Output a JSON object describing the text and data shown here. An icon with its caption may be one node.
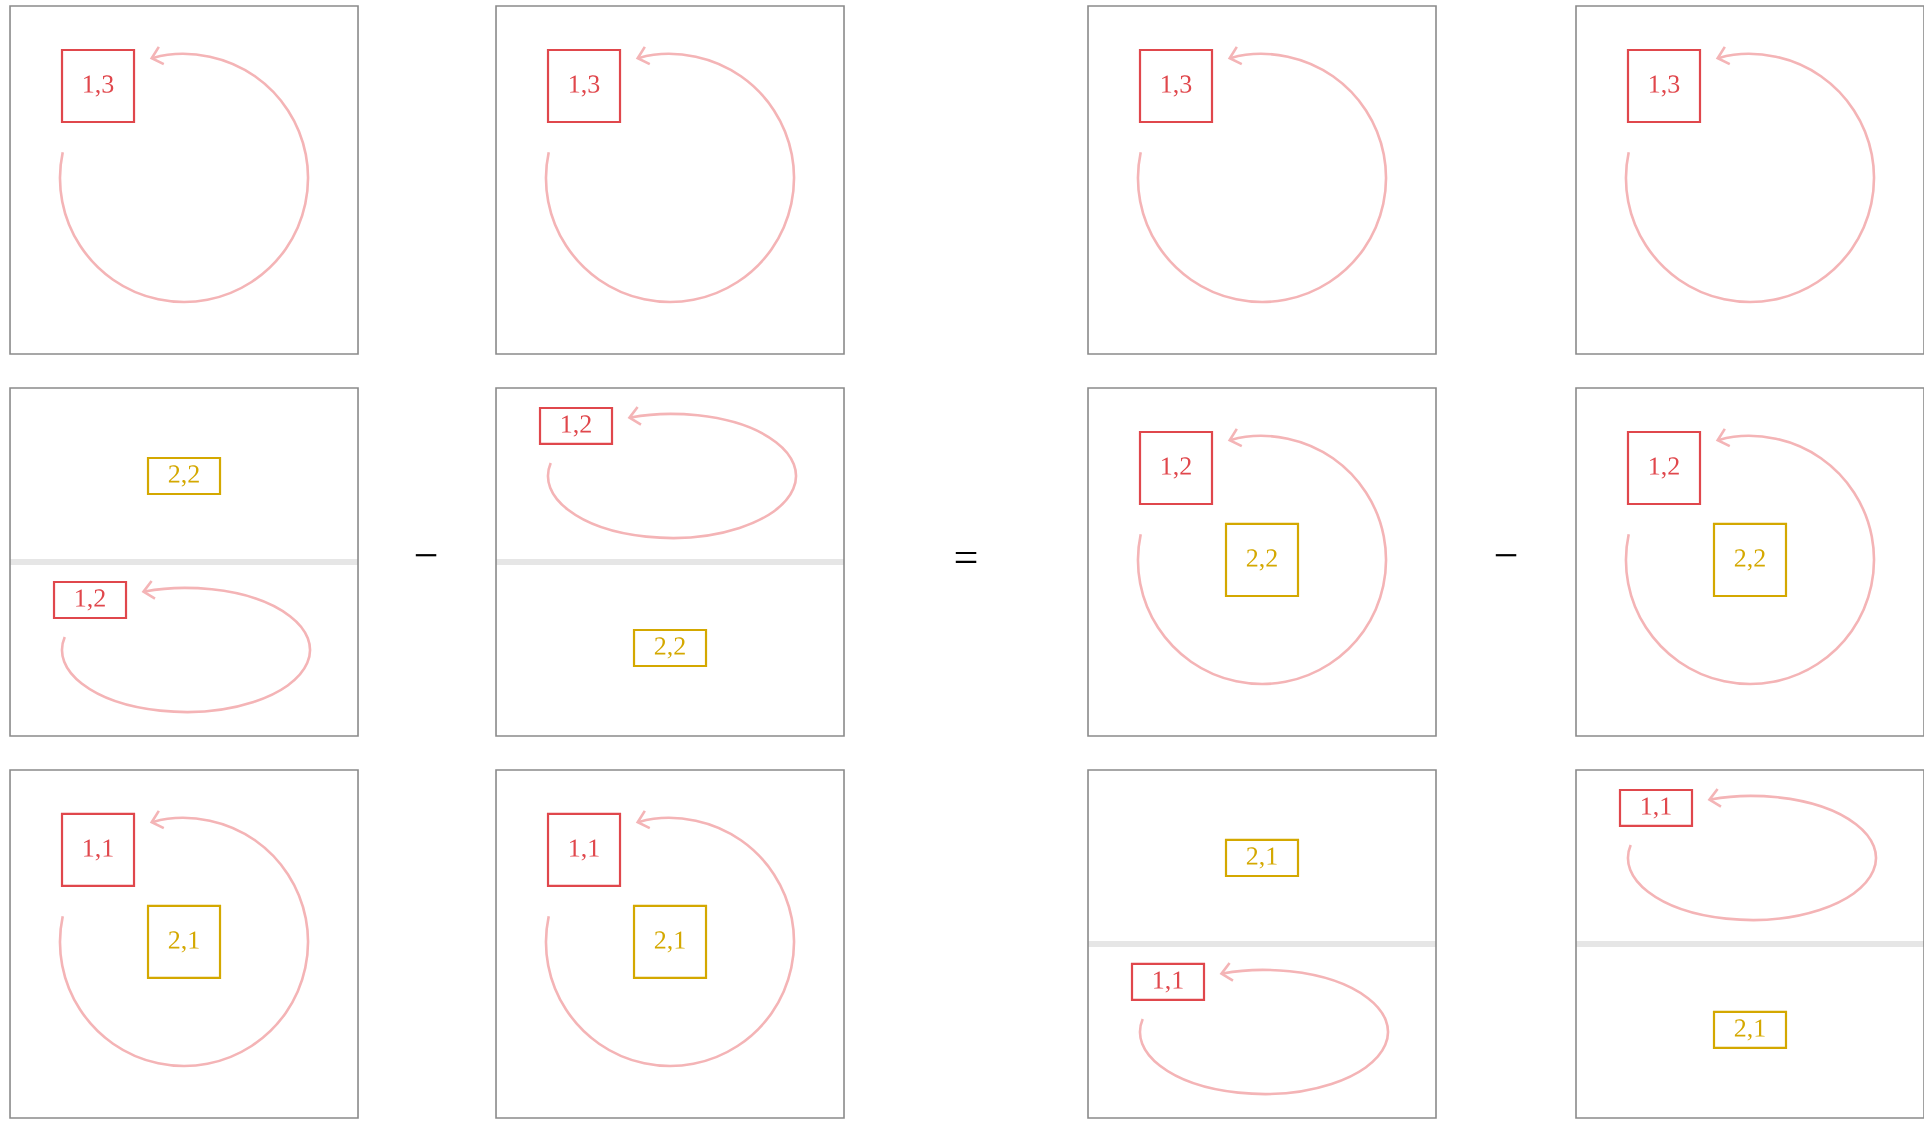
{
  "diagram": {
    "nodes": [
      {
        "text": [],
        "shape": "box"
      },
      {
        "text": [
          "1,3"
        ],
        "in": 0
      },
      {
        "text": [],
        "shape": "box"
      },
      {
        "text": [
          "1,3"
        ],
        "in": 2
      },
      {
        "text": [],
        "shape": "box"
      },
      {
        "text": [
          "1,3"
        ],
        "in": 4
      },
      {
        "text": [],
        "shape": "box"
      },
      {
        "text": [
          "1,3"
        ],
        "in": 6
      },
      {
        "text": [],
        "shape": "box"
      },
      {
        "text": [
          "2,2"
        ],
        "in": 8
      },
      {
        "text": [
          "1,2"
        ],
        "in": 8
      },
      {
        "text": [],
        "shape": "box"
      },
      {
        "text": [
          "1,2"
        ],
        "in": 11
      },
      {
        "text": [
          "2,2"
        ],
        "in": 11
      },
      {
        "text": [],
        "shape": "box"
      },
      {
        "text": [
          "1,2"
        ],
        "in": 14
      },
      {
        "text": [
          "2,2"
        ],
        "in": 14
      },
      {
        "text": [],
        "shape": "box"
      },
      {
        "text": [
          "1,2"
        ],
        "in": 17
      },
      {
        "text": [
          "2,2"
        ],
        "in": 17
      },
      {
        "text": [],
        "shape": "box"
      },
      {
        "text": [
          "1,1"
        ],
        "in": 20
      },
      {
        "text": [
          "2,1"
        ],
        "in": 20
      },
      {
        "text": [],
        "shape": "box"
      },
      {
        "text": [
          "1,1"
        ],
        "in": 23
      },
      {
        "text": [
          "2,1"
        ],
        "in": 23
      },
      {
        "text": [],
        "shape": "box"
      },
      {
        "text": [
          "2,1"
        ],
        "in": 26
      },
      {
        "text": [
          "1,1"
        ],
        "in": 26
      },
      {
        "text": [],
        "shape": "box"
      },
      {
        "text": [
          "1,1"
        ],
        "in": 29
      },
      {
        "text": [
          "2,1"
        ],
        "in": 29
      }
    ],
    "edges": [
      {
        "from": 1,
        "to": 1,
        "arrow": "to"
      },
      {
        "from": 3,
        "to": 3,
        "arrow": "to"
      },
      {
        "from": 5,
        "to": 5,
        "arrow": "to"
      },
      {
        "from": 7,
        "to": 7,
        "arrow": "to"
      },
      {
        "from": 10,
        "to": 10,
        "arrow": "to"
      },
      {
        "from": 12,
        "to": 12,
        "arrow": "to"
      },
      {
        "from": 15,
        "to": 15,
        "arrow": "to"
      },
      {
        "from": 18,
        "to": 18,
        "arrow": "to"
      },
      {
        "from": 21,
        "to": 21,
        "arrow": "to"
      },
      {
        "from": 24,
        "to": 24,
        "arrow": "to"
      },
      {
        "from": 28,
        "to": 28,
        "arrow": "to"
      },
      {
        "from": 30,
        "to": 30,
        "arrow": "to"
      }
    ],
    "labels": [
      "−",
      "=",
      "−"
    ]
  }
}
